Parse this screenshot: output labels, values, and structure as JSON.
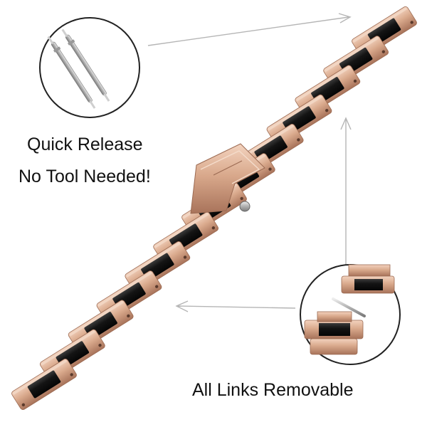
{
  "captions": {
    "quick_release": "Quick Release",
    "no_tool": "No Tool Needed!",
    "all_links": "All Links Removable"
  },
  "colors": {
    "rose_gold": "#d9a98c",
    "rose_gold_light": "#f1cdb6",
    "rose_gold_dark": "#a8735a",
    "ceramic_black": "#141414",
    "arrow_gray": "#b5b5b5",
    "pin_silver": "#c8c8c8"
  },
  "icons": {
    "spring_bar_inset": "spring-bar-pins",
    "links_inset": "removed-link-with-pin",
    "clasp": "butterfly-clasp"
  }
}
